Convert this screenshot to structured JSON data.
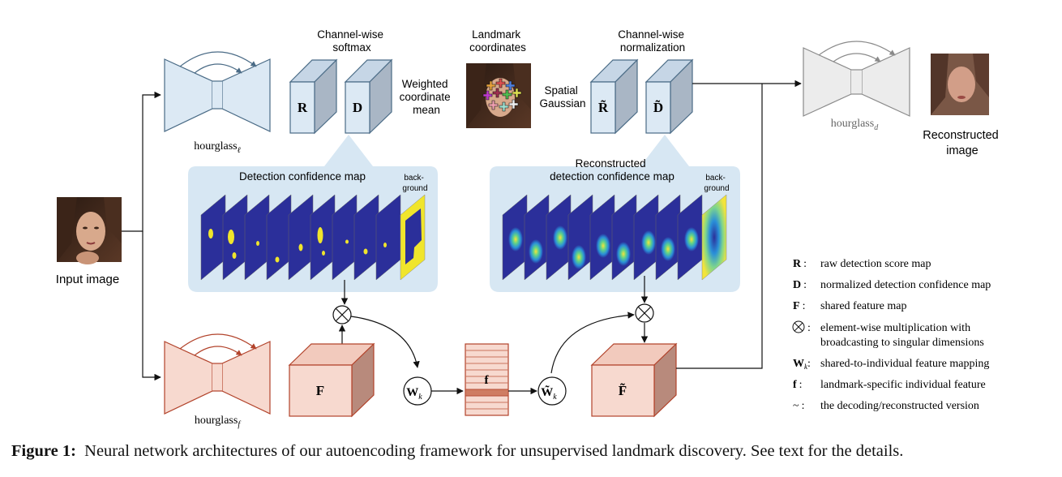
{
  "labels": {
    "channel_softmax": [
      "Channel-wise",
      "softmax"
    ],
    "landmark_coords": [
      "Landmark",
      "coordinates"
    ],
    "channel_norm": [
      "Channel-wise",
      "normalization"
    ],
    "weighted_mean": [
      "Weighted",
      "coordinate",
      "mean"
    ],
    "spatial_gaussian": [
      "Spatial",
      "Gaussian"
    ],
    "reconstructed_image": [
      "Reconstructed",
      "image"
    ],
    "input_image": "Input image",
    "detection_map": "Detection confidence map",
    "recon_detection_map": [
      "Reconstructed",
      "detection confidence map"
    ],
    "background": [
      "back-",
      "ground"
    ]
  },
  "math": {
    "hourglass_l": {
      "base": "hourglass",
      "sub": "ℓ"
    },
    "hourglass_f": {
      "base": "hourglass",
      "sub": "f"
    },
    "hourglass_d": {
      "base": "hourglass",
      "sub": "d"
    },
    "R": "R",
    "D": "D",
    "R_tilde": "R̃",
    "D_tilde": "D̃",
    "F": "F",
    "F_tilde": "F̃",
    "f": "f",
    "W": "W",
    "W_sub": "k",
    "W_tilde": "W̃",
    "otimes": "⊗"
  },
  "legend": [
    {
      "sym": "R",
      "sub": "",
      "text": "raw detection score map"
    },
    {
      "sym": "D",
      "sub": "",
      "text": "normalized detection confidence map"
    },
    {
      "sym": "F",
      "sub": "",
      "text": "shared feature map"
    },
    {
      "sym": "⊗",
      "sub": "",
      "text": "element-wise multiplication with",
      "text2": "broadcasting to singular dimensions"
    },
    {
      "sym": "W",
      "sub": "k",
      "text": "shared-to-individual feature mapping"
    },
    {
      "sym": "f",
      "sub": "",
      "text": "landmark-specific individual feature"
    },
    {
      "sym": "~",
      "sub": "",
      "text": "the decoding/reconstructed version"
    }
  ],
  "caption": {
    "label": "Figure 1:",
    "text": "Neural network architectures of our autoencoding framework for unsupervised landmark discovery. See text for the details."
  },
  "colors": {
    "blue_fill": "#dce9f4",
    "blue_fill_dark": "#a9b6c5",
    "blue_stroke": "#4a6b86",
    "red_fill": "#f7d9cf",
    "red_fill_dark": "#b88a7c",
    "red_stroke": "#b2432b",
    "gray_fill": "#ececec",
    "gray_stroke": "#8a8a8a",
    "panel_fill": "#d7e7f3",
    "map_dark": "#2b2f9a",
    "map_yellow": "#f0e52c"
  }
}
